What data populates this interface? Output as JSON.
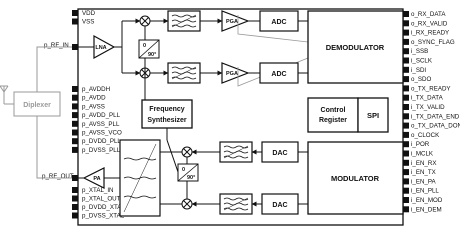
{
  "left_top_pins": [
    "VDD",
    "VSS"
  ],
  "left_mid_pins": [
    "p_AVDDH",
    "p_AVDD",
    "p_AVSS",
    "p_AVDD_PLL",
    "p_AVSS_PLL",
    "p_AVSS_VCO",
    "p_DVDD_PLL",
    "p_DVSS_PLL"
  ],
  "left_bottom_pins": [
    "p_XTAL_IN",
    "p_XTAL_OUT",
    "p_DVDD_XTAL",
    "p_DVSS_XTAL"
  ],
  "rf_in_label": "p_RF_IN",
  "rf_out_label": "p_RF_OUT",
  "right_pins": [
    "o_RX_DATA",
    "o_RX_VALID",
    "i_RX_READY",
    "o_SYNC_FLAG",
    "i_SSB",
    "i_SCLK",
    "i_SDI",
    "o_SDO",
    "o_TX_READY",
    "i_TX_DATA",
    "i_TX_VALID",
    "i_TX_DATA_END",
    "o_TX_DATA_DONE",
    "o_CLOCK",
    "i_POR",
    "i_MCLK",
    "i_EN_RX",
    "i_EN_TX",
    "i_EN_PA",
    "i_EN_PLL",
    "i_EN_MOD",
    "i_EN_DEM"
  ],
  "blocks": {
    "lna": "LNA",
    "pa": "PA",
    "pga": "PGA",
    "adc": "ADC",
    "dac": "DAC",
    "demodulator": "DEMODULATOR",
    "modulator": "MODULATOR",
    "control_register_line1": "Control",
    "control_register_line2": "Register",
    "spi": "SPI",
    "freq_synth_line1": "Frequency",
    "freq_synth_line2": "Synthesizer",
    "diplexer": "Diplexer",
    "phase_0": "0",
    "phase_90": "90°"
  },
  "colors": {
    "line": "#111111",
    "external": "#9a9a9a",
    "pin": "#111111",
    "background": "#ffffff"
  }
}
